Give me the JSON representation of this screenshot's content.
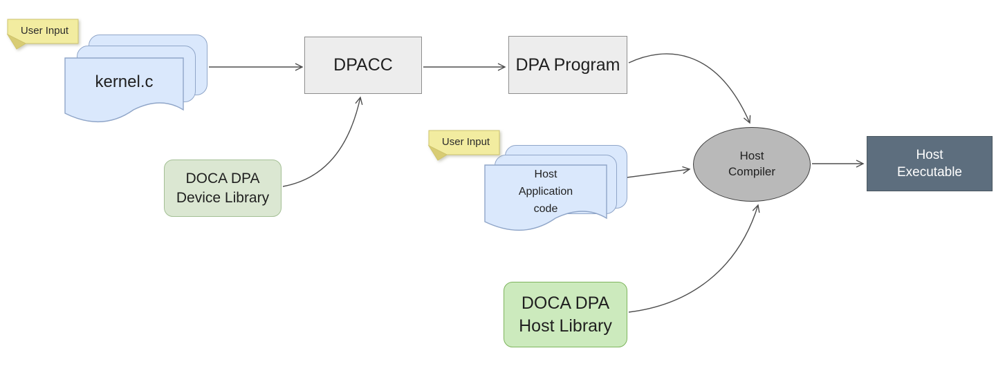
{
  "colors": {
    "background": "#ffffff",
    "note_fill": "#f2eca0",
    "note_stroke": "#cfc46c",
    "note_fold": "#d8cc74",
    "doc_fill": "#dae8fc",
    "doc_stroke": "#8fa5c8",
    "box_fill": "#ededed",
    "box_stroke": "#8c8c8c",
    "ellipse_fill": "#b9b9b9",
    "ellipse_stroke": "#3c3c3c",
    "exec_fill": "#5d6e7e",
    "exec_stroke": "#49565f",
    "exec_text": "#ffffff",
    "green_muted_fill": "#dbe7d2",
    "green_muted_stroke": "#a3bf94",
    "green_bright_fill": "#cceabd",
    "green_bright_stroke": "#7db45c",
    "arrow": "#4d4d4d",
    "text": "#1f1f1f"
  },
  "notes": {
    "user_input_1": "User Input",
    "user_input_2": "User Input"
  },
  "nodes": {
    "kernel_stack": {
      "label": "kernel.c"
    },
    "dpacc": {
      "label": "DPACC"
    },
    "dpa_program": {
      "label": "DPA Program"
    },
    "device_library": {
      "line1": "DOCA DPA",
      "line2": "Device Library"
    },
    "host_app_stack": {
      "line1": "Host",
      "line2": "Application",
      "line3": "code"
    },
    "host_compiler": {
      "line1": "Host",
      "line2": "Compiler"
    },
    "host_executable": {
      "line1": "Host",
      "line2": "Executable"
    },
    "host_library": {
      "line1": "DOCA DPA",
      "line2": "Host Library"
    }
  }
}
